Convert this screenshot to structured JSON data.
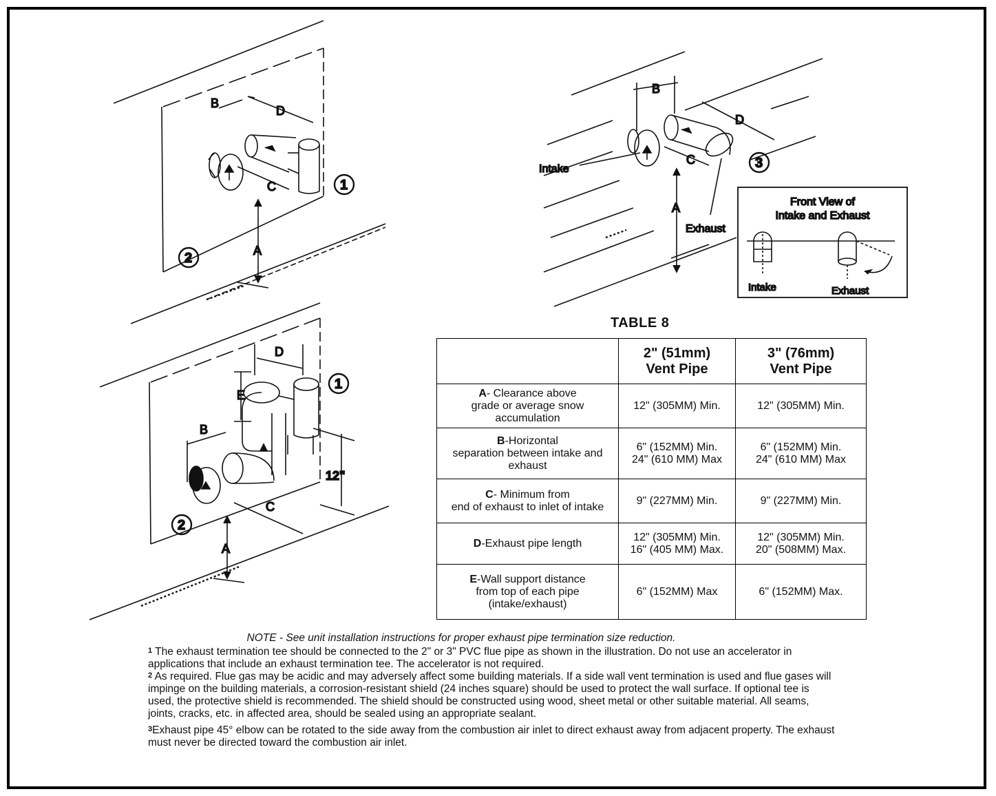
{
  "figure_labels": {
    "A": "A",
    "B": "B",
    "C": "C",
    "D": "D",
    "E": "E",
    "twelve": "12\"",
    "callout_1": "1",
    "callout_2": "2",
    "callout_3": "3",
    "intake": "Intake",
    "exhaust": "Exhaust",
    "front_view_title_line1": "Front View of",
    "front_view_title_line2": "Intake and Exhaust",
    "front_view_intake": "Intake",
    "front_view_exhaust": "Exhaust"
  },
  "table": {
    "title": "TABLE 8",
    "headers": [
      {
        "line1": "",
        "line2": ""
      },
      {
        "line1": "2\" (51mm)",
        "line2": "Vent Pipe"
      },
      {
        "line1": "3\" (76mm)",
        "line2": "Vent Pipe"
      }
    ],
    "rows": [
      {
        "key": "A",
        "desc_prefix": "- Clearance above",
        "desc_rest": "grade or average snow accumulation",
        "c2_line1": "12\" (305MM) Min.",
        "c2_line2": "",
        "c3_line1": "12\" (305MM) Min.",
        "c3_line2": ""
      },
      {
        "key": "B",
        "desc_prefix": "-Horizontal",
        "desc_rest": "separation between intake and exhaust",
        "c2_line1": "6\" (152MM) Min.",
        "c2_line2": "24\" (610 MM) Max",
        "c3_line1": "6\" (152MM) Min.",
        "c3_line2": "24\" (610 MM) Max"
      },
      {
        "key": "C",
        "desc_prefix": "- Minimum from",
        "desc_rest": "end of exhaust to inlet of intake",
        "c2_line1": "9\" (227MM) Min.",
        "c2_line2": "",
        "c3_line1": "9\" (227MM) Min.",
        "c3_line2": ""
      },
      {
        "key": "D",
        "desc_prefix": "-Exhaust pipe length",
        "desc_rest": "",
        "c2_line1": "12\" (305MM) Min.",
        "c2_line2": "16\" (405 MM) Max.",
        "c3_line1": "12\" (305MM) Min.",
        "c3_line2": "20\" (508MM) Max."
      },
      {
        "key": "E",
        "desc_prefix": "-Wall support distance",
        "desc_rest": "from top of each pipe (intake/exhaust)",
        "c2_line1": "6\" (152MM) Max",
        "c2_line2": "",
        "c3_line1": "6\" (152MM) Max.",
        "c3_line2": ""
      }
    ]
  },
  "notes": {
    "note": "NOTE - See unit installation instructions for proper exhaust pipe termination size reduction.",
    "fn1_mark": "1",
    "fn1": "The exhaust termination tee should be connected to the 2\" or 3\" PVC flue pipe as shown in the illustration. Do not use an accelerator in applications that include an exhaust termination tee. The accelerator is not required.",
    "fn2_mark": "2",
    "fn2": "As required. Flue gas may be acidic and may adversely affect some building materials. If a side wall vent termination is used and flue gases will impinge on the building materials, a corrosion-resistant shield (24 inches square) should be used to protect the wall surface. If optional tee is used, the protective shield is recommended. The shield should be constructed using wood, sheet metal or other suitable material. All seams, joints, cracks, etc. in affected area, should be sealed using an appropriate sealant.",
    "fn3_mark": "3",
    "fn3": "Exhaust pipe 45° elbow can be rotated to the side away from the combustion air inlet to direct exhaust away from adjacent property. The exhaust must never be directed toward the combustion air inlet."
  }
}
